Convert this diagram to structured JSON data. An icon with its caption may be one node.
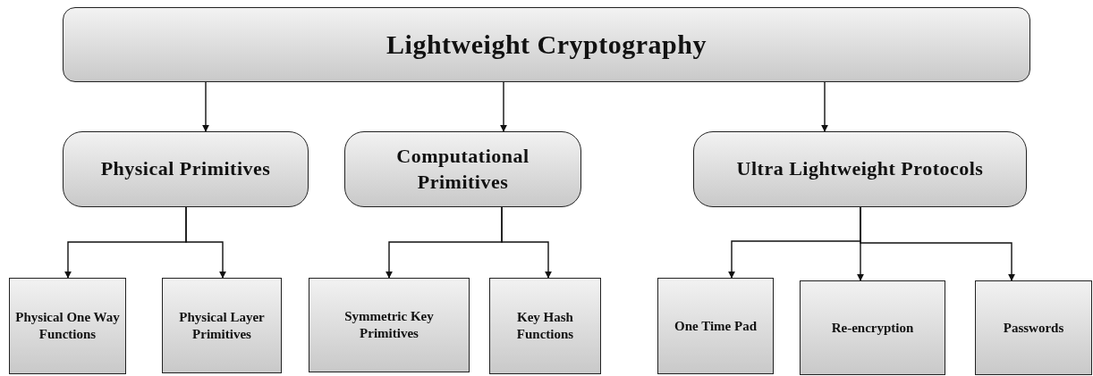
{
  "diagram": {
    "nodes": [
      {
        "text": [
          "Lightweight Cryptography"
        ]
      },
      {
        "text": [
          "Physical Primitives"
        ]
      },
      {
        "text": [
          "Computational Primitives"
        ]
      },
      {
        "text": [
          "Ultra Lightweight Protocols"
        ]
      },
      {
        "text": [
          "Physical One Way Functions"
        ]
      },
      {
        "text": [
          "Physical Layer Primitives"
        ]
      },
      {
        "text": [
          "Symmetric Key Primitives"
        ]
      },
      {
        "text": [
          "Key Hash Functions"
        ]
      },
      {
        "text": [
          "One Time Pad"
        ]
      },
      {
        "text": [
          "Re-encryption"
        ]
      },
      {
        "text": [
          "Passwords"
        ]
      }
    ],
    "edges": [
      {
        "from": 0,
        "to": 1,
        "arrow": "to"
      },
      {
        "from": 0,
        "to": 2,
        "arrow": "to"
      },
      {
        "from": 0,
        "to": 3,
        "arrow": "to"
      },
      {
        "from": 1,
        "to": 4,
        "arrow": "to"
      },
      {
        "from": 1,
        "to": 5,
        "arrow": "to"
      },
      {
        "from": 2,
        "to": 6,
        "arrow": "to"
      },
      {
        "from": 2,
        "to": 7,
        "arrow": "to"
      },
      {
        "from": 3,
        "to": 8,
        "arrow": "to"
      },
      {
        "from": 3,
        "to": 9,
        "arrow": "to"
      },
      {
        "from": 3,
        "to": 10,
        "arrow": "to"
      }
    ]
  }
}
